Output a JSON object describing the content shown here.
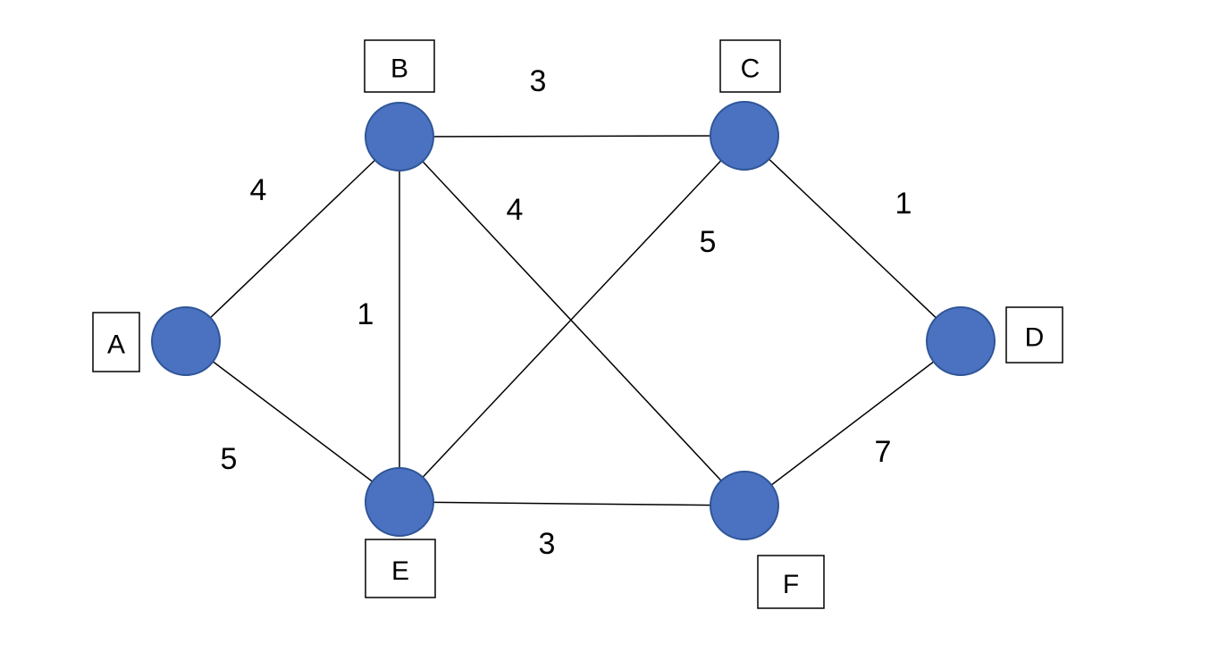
{
  "colors": {
    "node_fill": "#4a72c0",
    "line": "#000000",
    "background": "#ffffff"
  },
  "nodes": [
    {
      "id": "A",
      "label": "A"
    },
    {
      "id": "B",
      "label": "B"
    },
    {
      "id": "C",
      "label": "C"
    },
    {
      "id": "D",
      "label": "D"
    },
    {
      "id": "E",
      "label": "E"
    },
    {
      "id": "F",
      "label": "F"
    }
  ],
  "edges": [
    {
      "from": "A",
      "to": "B",
      "weight": "4"
    },
    {
      "from": "A",
      "to": "E",
      "weight": "5"
    },
    {
      "from": "B",
      "to": "C",
      "weight": "3"
    },
    {
      "from": "B",
      "to": "E",
      "weight": "1"
    },
    {
      "from": "B",
      "to": "F",
      "weight": "4"
    },
    {
      "from": "C",
      "to": "E",
      "weight": "5"
    },
    {
      "from": "C",
      "to": "D",
      "weight": "1"
    },
    {
      "from": "E",
      "to": "F",
      "weight": "3"
    },
    {
      "from": "F",
      "to": "D",
      "weight": "7"
    }
  ]
}
